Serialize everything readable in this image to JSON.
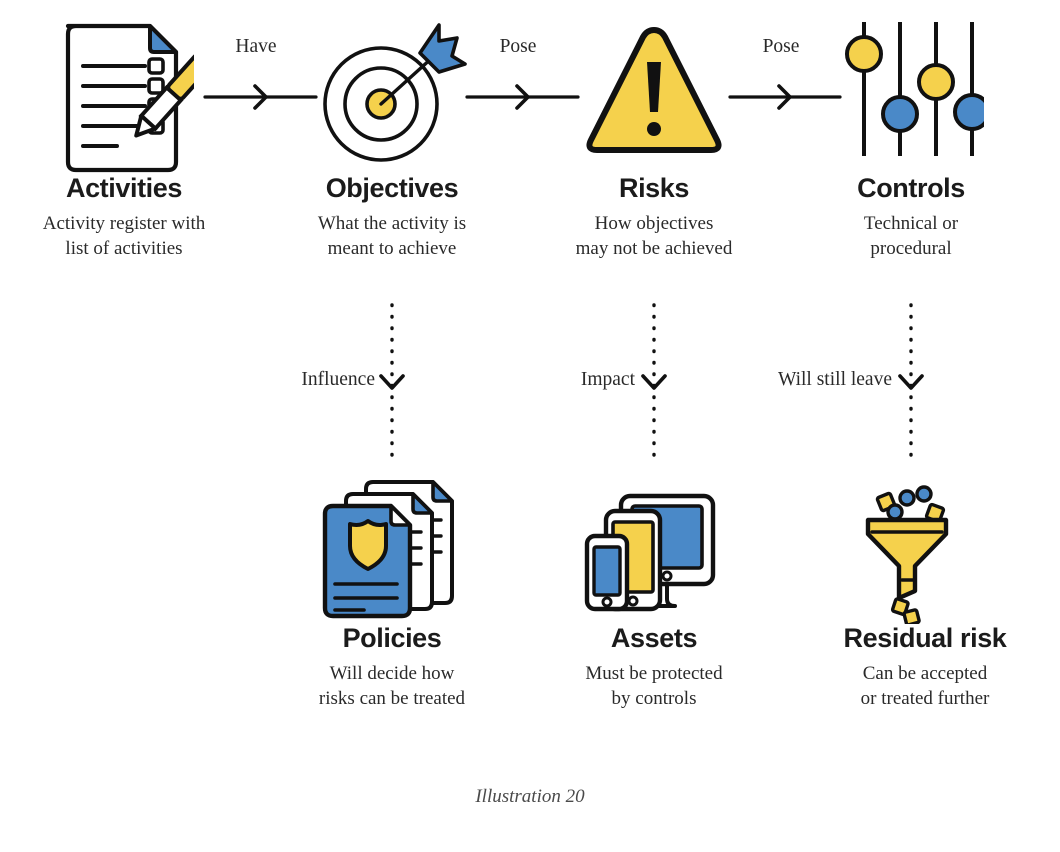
{
  "diagram": {
    "caption": "Illustration 20",
    "colors": {
      "yellow": "#F5D14C",
      "blue": "#4A89C8",
      "outline": "#111111",
      "text": "#1b1b1b",
      "caption_text": "#4a4a4a",
      "background": "#ffffff"
    },
    "top_row": [
      {
        "key": "activities",
        "icon": "checklist-document-pen-icon",
        "title": "Activities",
        "desc_line1": "Activity register with",
        "desc_line2": "list of activities"
      },
      {
        "key": "objectives",
        "icon": "target-with-arrow-icon",
        "title": "Objectives",
        "desc_line1": "What the activity is",
        "desc_line2": "meant to achieve"
      },
      {
        "key": "risks",
        "icon": "warning-triangle-icon",
        "title": "Risks",
        "desc_line1": "How objectives",
        "desc_line2": "may not be achieved"
      },
      {
        "key": "controls",
        "icon": "sliders-icon",
        "title": "Controls",
        "desc_line1": "Technical or",
        "desc_line2": "procedural"
      }
    ],
    "bottom_row": [
      {
        "key": "policies",
        "icon": "document-stack-shield-icon",
        "title": "Policies",
        "desc_line1": "Will decide how",
        "desc_line2": "risks can be treated"
      },
      {
        "key": "assets",
        "icon": "devices-monitor-tablet-phone-icon",
        "title": "Assets",
        "desc_line1": "Must be protected",
        "desc_line2": "by controls"
      },
      {
        "key": "residual_risk",
        "icon": "funnel-icon",
        "title": "Residual risk",
        "desc_line1": "Can be accepted",
        "desc_line2": "or treated further"
      }
    ],
    "horizontal_edges": [
      {
        "key": "have",
        "label": "Have",
        "from": "activities",
        "to": "objectives"
      },
      {
        "key": "pose_risks",
        "label": "Pose",
        "from": "objectives",
        "to": "risks"
      },
      {
        "key": "pose_controls",
        "label": "Pose",
        "from": "risks",
        "to": "controls"
      }
    ],
    "vertical_edges": [
      {
        "key": "influence",
        "label": "Influence",
        "from": "objectives",
        "to": "policies"
      },
      {
        "key": "impact",
        "label": "Impact",
        "from": "risks",
        "to": "assets"
      },
      {
        "key": "will_still_leave",
        "label": "Will still leave",
        "from": "controls",
        "to": "residual_risk"
      }
    ]
  }
}
